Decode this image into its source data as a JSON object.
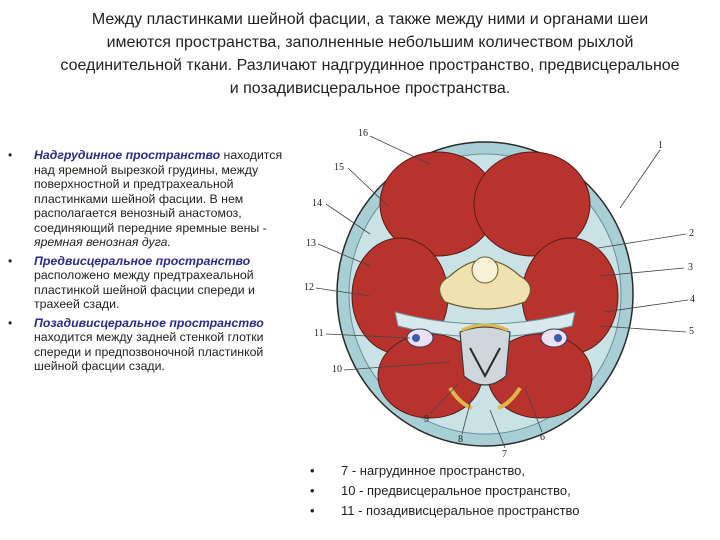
{
  "title": "Между пластинками шейной фасции, а также между ними и органами шеи имеются пространства, заполненные небольшим количеством рыхлой соединительной ткани. Различают надгрудинное пространство, предвисцеральное и позадивисцеральное пространства.",
  "bullets": [
    {
      "term": "Надгрудинное пространство",
      "text": " находится над яремной вырезкой грудины, между поверхностной и предтрахеальной пластинками шейной фасции. В нем располагается венозный анастомоз, соединяющий передние яремные вены - ",
      "italic": "яремная венозная дуга."
    },
    {
      "term": "Предвисцеральное пространство",
      "text": " расположено между предтрахеальной пластинкой шейной фасции спереди и трахеей сзади."
    },
    {
      "term": "Позадивисцеральное пространство",
      "text": " находится между задней стенкой глотки спереди и предпозвоночной пластинкой шейной фасции сзади."
    }
  ],
  "legend": [
    "7 - нагрудинное пространство,",
    "10 - предвисцеральное пространство,",
    "11 - позадивисцеральное пространство"
  ],
  "figure_labels": [
    "16",
    "15",
    "14",
    "13",
    "12",
    "11",
    "10",
    "9",
    "8",
    "7",
    "6",
    "5",
    "4",
    "3",
    "2",
    "1"
  ],
  "colors": {
    "muscle": "#b8332e",
    "fascia": "#a9cfd6",
    "bone": "#efe2b0",
    "outline": "#2a2a2a"
  }
}
